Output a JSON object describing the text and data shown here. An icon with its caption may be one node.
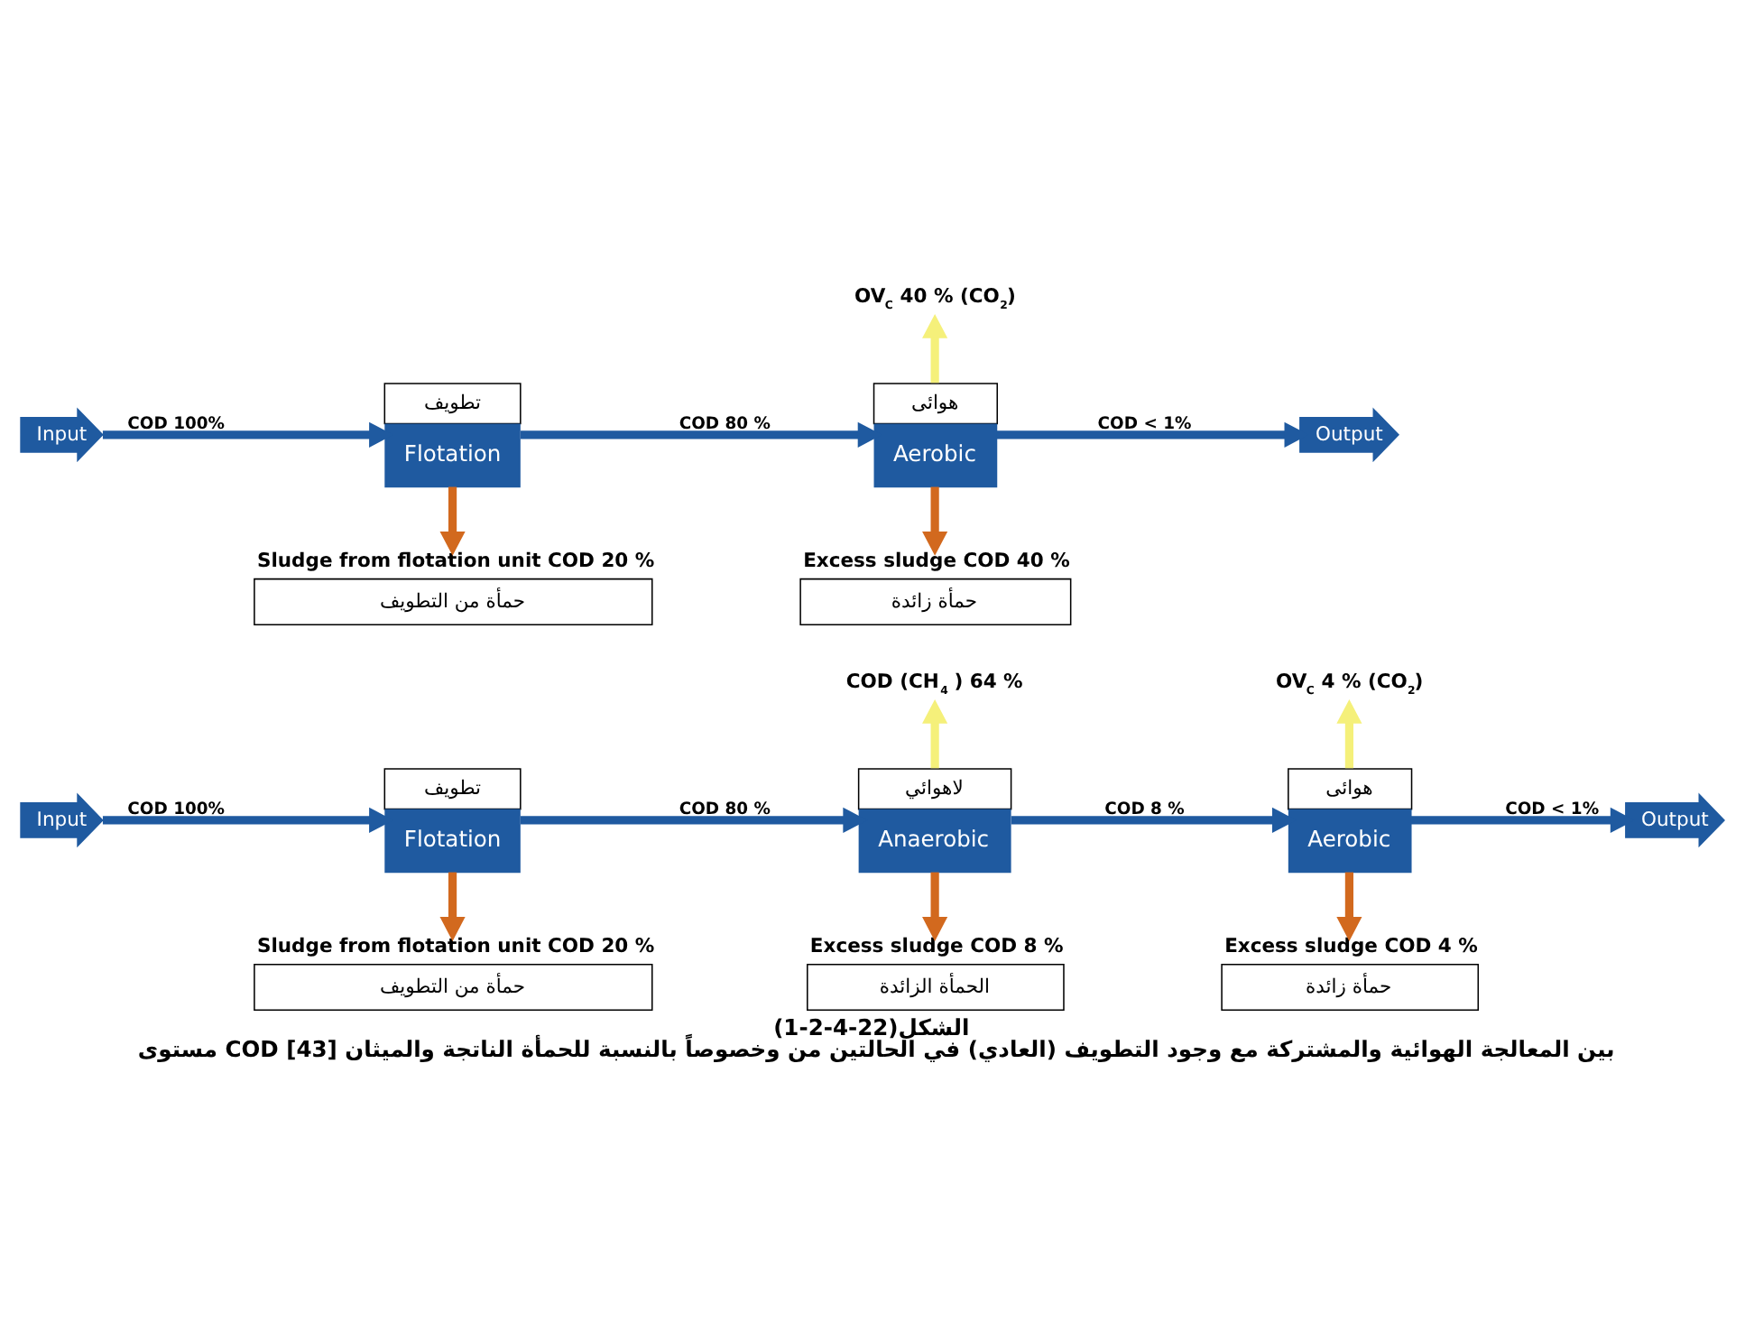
{
  "diagram": {
    "caption": "مستوى COD بين المعالجة الهوائية والمشتركة مع وجود التطويف (العادي) في الحالتين من وخصوصاً بالنسبة للحمأة الناتجة والميثان [43]",
    "nodes": [
      {
        "text": [
          "Input"
        ]
      },
      {
        "text": [
          "تطويف",
          "Flotation"
        ]
      },
      {
        "text": [
          "لاهوائي",
          "Anaerobic"
        ]
      },
      {
        "text": [
          "هوائى",
          "Aerobic"
        ]
      },
      {
        "text": [
          "Output"
        ]
      },
      {
        "text": [
          "COD (CH$_{4}$ ) 64 %"
        ]
      },
      {
        "text": [
          "OV$_{C}$ 4 % (CO$_{2}$)"
        ]
      },
      {
        "text": [
          "Sludge from flotation unit COD 20 %",
          "حمأة من التطويف"
        ]
      },
      {
        "text": [
          "Excess sludge COD 8 %",
          "الحمأة الزائدة"
        ]
      },
      {
        "text": [
          "Excess sludge COD 4 %",
          "حمأة زائدة"
        ]
      },
      {
        "text": [
          "Input"
        ]
      },
      {
        "text": [
          "تطويف",
          "Flotation"
        ]
      },
      {
        "text": [
          "هوائى",
          "Aerobic"
        ]
      },
      {
        "text": [
          "Output"
        ]
      },
      {
        "text": [
          "OV$_{C}$ 40 % (CO$_{2}$)"
        ]
      },
      {
        "text": [
          "Sludge from flotation unit COD 20 %",
          "حمأة من التطويف"
        ]
      },
      {
        "text": [
          "Excess sludge COD 40 %",
          "حمأة زائدة"
        ]
      }
    ],
    "edges": [
      {
        "from": 0,
        "to": 1,
        "arrow": "to",
        "label": "COD 100%"
      },
      {
        "from": 1,
        "to": 2,
        "arrow": "to",
        "label": "COD 80 %"
      },
      {
        "from": 2,
        "to": 3,
        "arrow": "to",
        "label": "COD 8 %"
      },
      {
        "from": 3,
        "to": 4,
        "arrow": "to",
        "label": "COD < 1%"
      },
      {
        "from": 2,
        "to": 5,
        "arrow": "to",
        "color": "#f5f07a"
      },
      {
        "from": 3,
        "to": 6,
        "arrow": "to",
        "color": "#f5f07a"
      },
      {
        "from": 1,
        "to": 7,
        "arrow": "to",
        "color": "#d2691e"
      },
      {
        "from": 2,
        "to": 8,
        "arrow": "to",
        "color": "#d2691e"
      },
      {
        "from": 3,
        "to": 9,
        "arrow": "to",
        "color": "#d2691e"
      },
      {
        "from": 10,
        "to": 11,
        "arrow": "to",
        "label": "COD 100%"
      },
      {
        "from": 11,
        "to": 12,
        "arrow": "to",
        "label": "COD 80 %"
      },
      {
        "from": 12,
        "to": 13,
        "arrow": "to",
        "label": "COD < 1%"
      },
      {
        "from": 12,
        "to": 14,
        "arrow": "to",
        "color": "#f5f07a"
      },
      {
        "from": 11,
        "to": 15,
        "arrow": "to",
        "color": "#d2691e"
      },
      {
        "from": 12,
        "to": 16,
        "arrow": "to",
        "color": "#d2691e"
      }
    ],
    "labels": [
      "الشكل(22-4-2-1)"
    ]
  }
}
